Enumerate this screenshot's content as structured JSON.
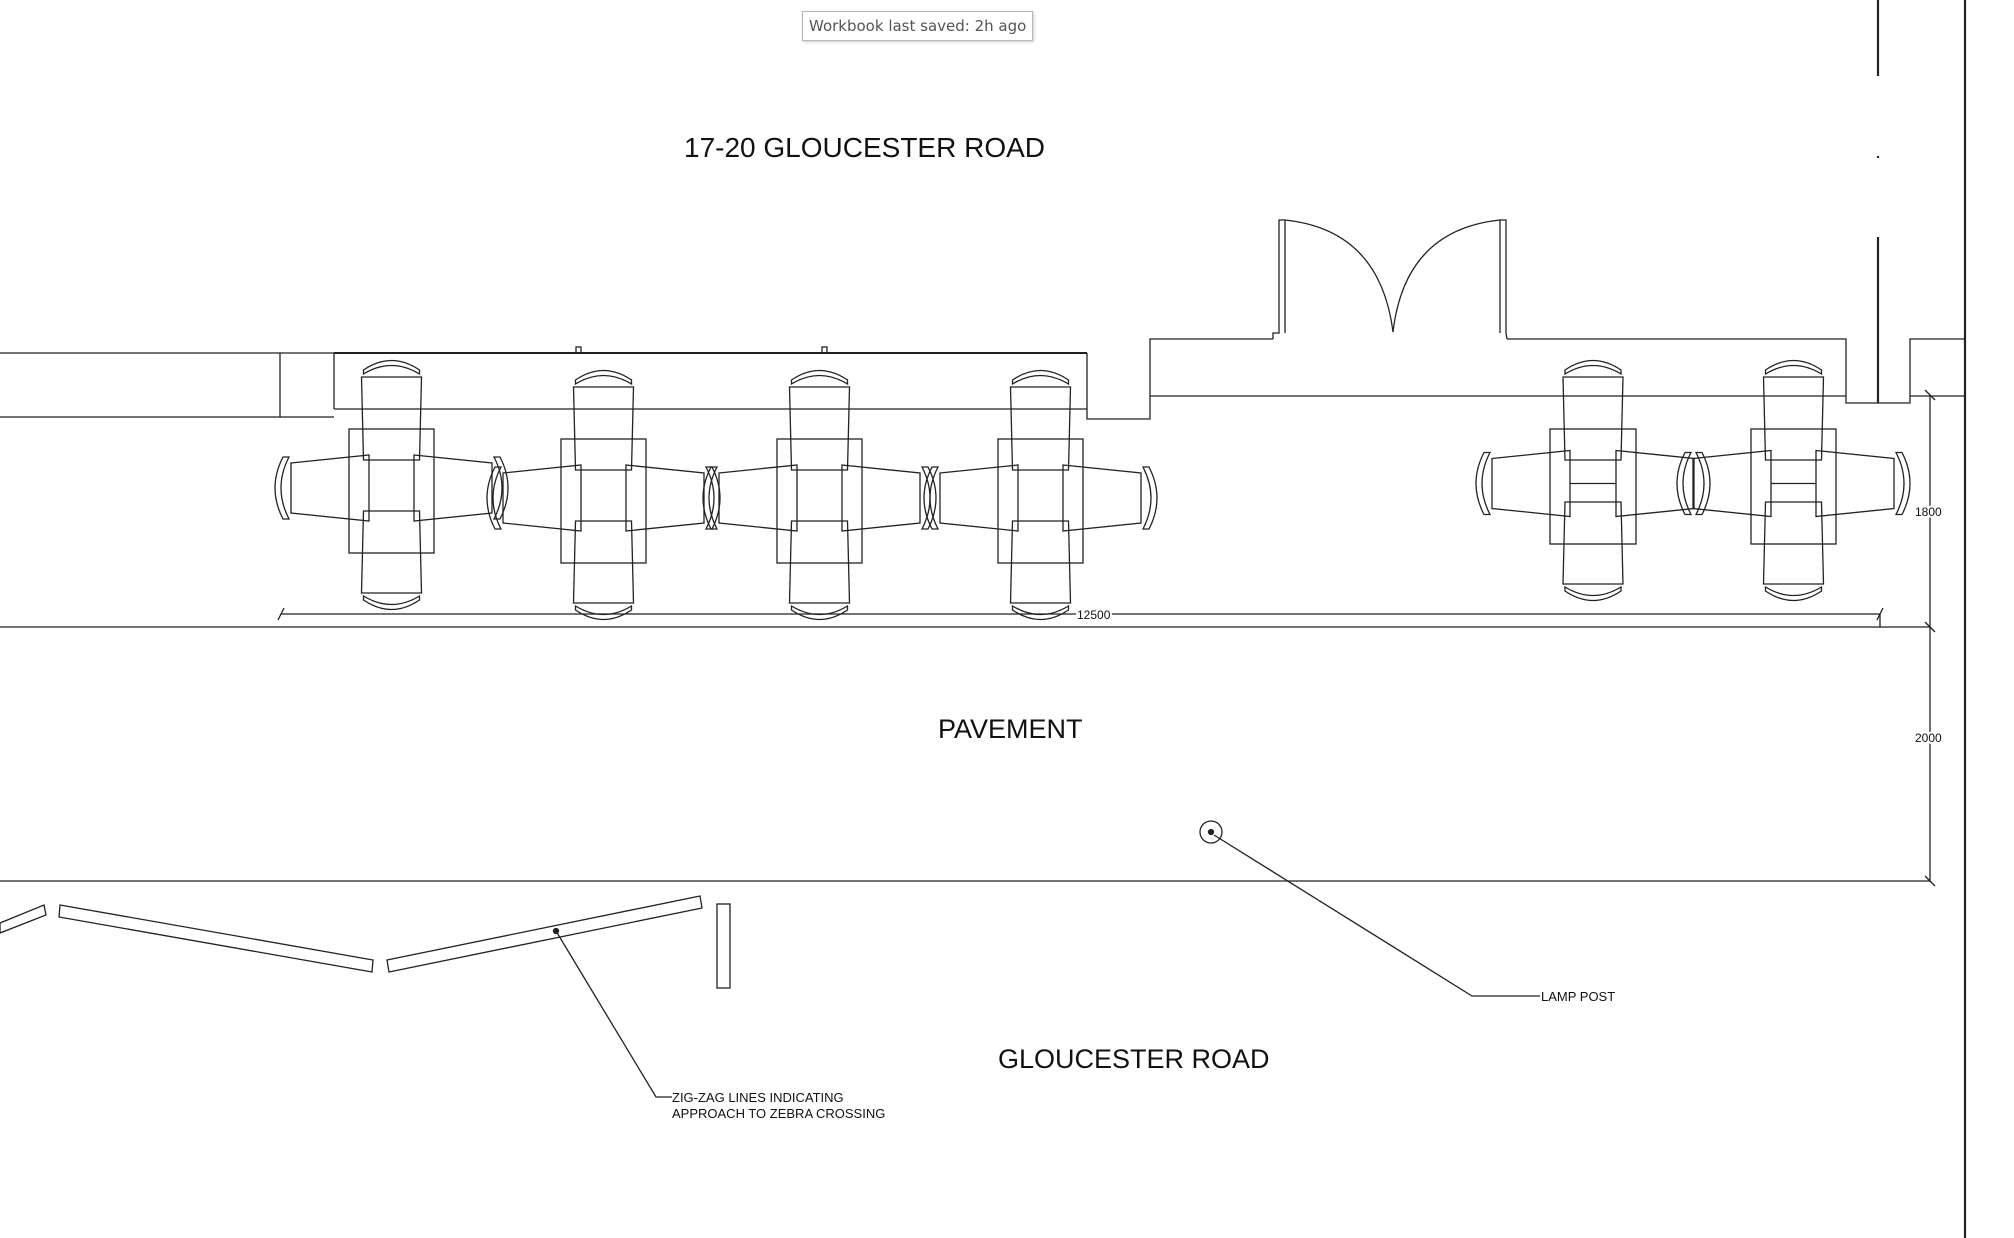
{
  "status": {
    "saved_tooltip": "Workbook last saved: 2h ago"
  },
  "drawing": {
    "building_label": "17-20 GLOUCESTER ROAD",
    "pavement_label": "PAVEMENT",
    "road_label": "GLOUCESTER ROAD",
    "dimensions": {
      "length": "12500",
      "seating_depth": "1800",
      "pavement_width": "2000"
    },
    "annotations": {
      "lamp_post": "LAMP POST",
      "zigzag_line1": "ZIG-ZAG LINES INDICATING",
      "zigzag_line2": "APPROACH TO ZEBRA CROSSING"
    },
    "tables": [
      {
        "id": "table-1",
        "chairs": 4
      },
      {
        "id": "table-2",
        "chairs": 4
      },
      {
        "id": "table-3",
        "chairs": 4
      },
      {
        "id": "table-4",
        "chairs": 4
      },
      {
        "id": "table-5",
        "chairs": 4
      },
      {
        "id": "table-6",
        "chairs": 4
      }
    ]
  }
}
